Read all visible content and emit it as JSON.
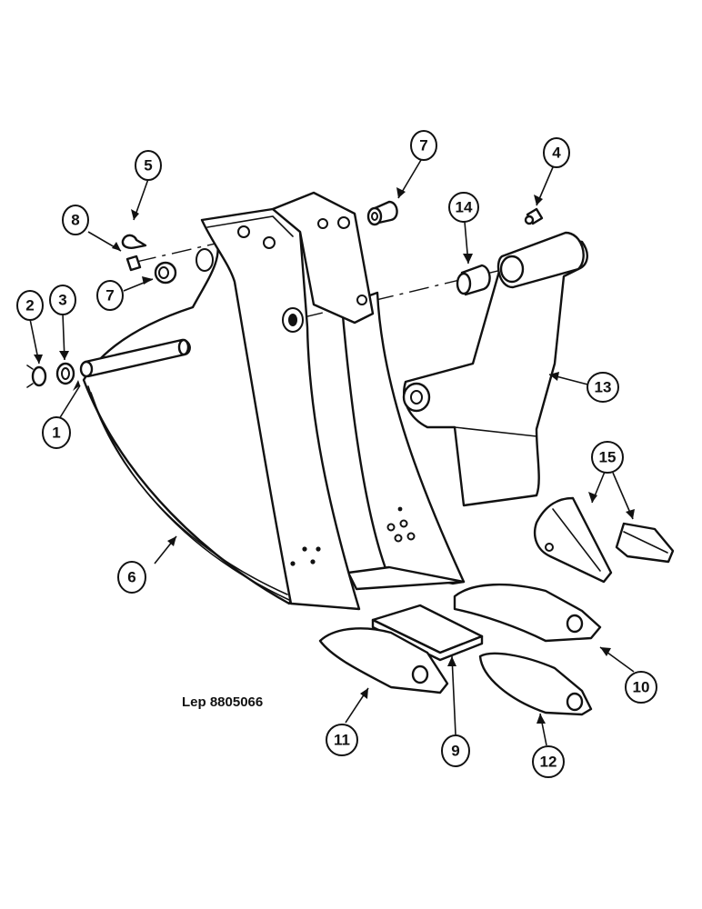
{
  "drawing_reference": "Lep 8805066",
  "callouts": [
    {
      "id": "c1",
      "label": "1"
    },
    {
      "id": "c2",
      "label": "2"
    },
    {
      "id": "c3",
      "label": "3"
    },
    {
      "id": "c4",
      "label": "4"
    },
    {
      "id": "c5",
      "label": "5"
    },
    {
      "id": "c6",
      "label": "6"
    },
    {
      "id": "c7a",
      "label": "7"
    },
    {
      "id": "c7b",
      "label": "7"
    },
    {
      "id": "c8",
      "label": "8"
    },
    {
      "id": "c9",
      "label": "9"
    },
    {
      "id": "c10",
      "label": "10"
    },
    {
      "id": "c11",
      "label": "11"
    },
    {
      "id": "c12",
      "label": "12"
    },
    {
      "id": "c13",
      "label": "13"
    },
    {
      "id": "c14",
      "label": "14"
    },
    {
      "id": "c15",
      "label": "15"
    }
  ]
}
